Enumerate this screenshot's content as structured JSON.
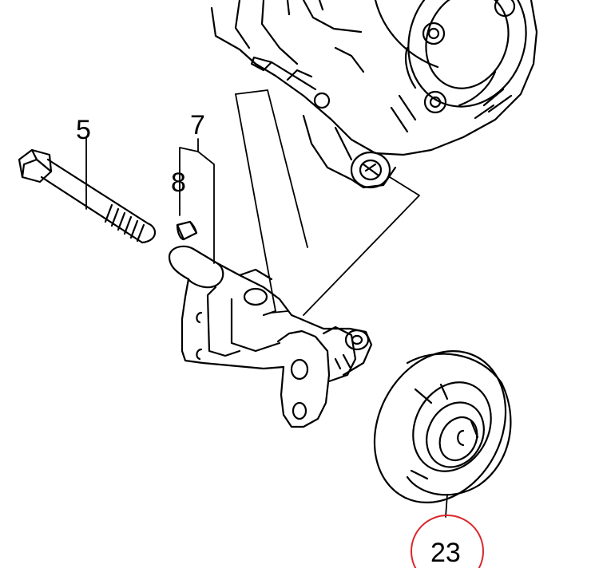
{
  "callouts": {
    "c5": "5",
    "c7": "7",
    "c8": "8",
    "c23": "23"
  },
  "colors": {
    "line": "#000000",
    "highlight": "#d9262b",
    "background": "#ffffff"
  }
}
